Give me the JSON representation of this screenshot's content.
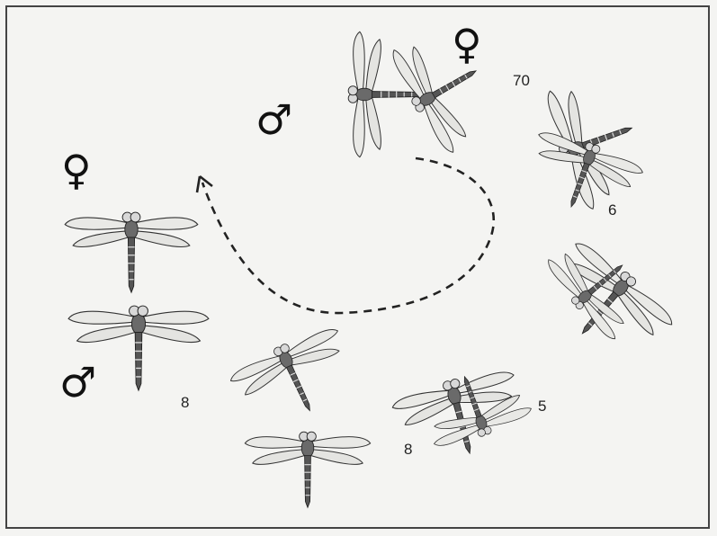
{
  "labels": {
    "pair_top": "70",
    "pair_right_upper": "6",
    "pair_right_lower": "5",
    "pair_bottom_center": "8",
    "pair_left": "8"
  },
  "symbols": {
    "female_top": "♀",
    "male_top": "♂",
    "female_left": "♀",
    "male_left": "♂"
  }
}
